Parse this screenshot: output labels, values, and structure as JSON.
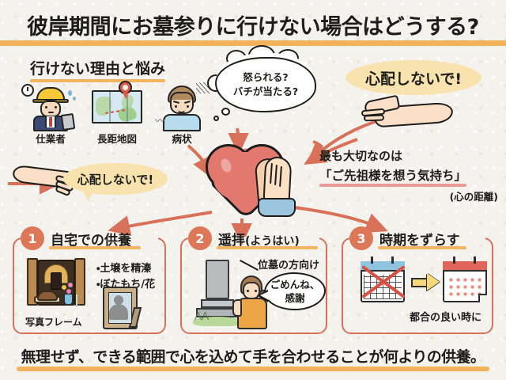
{
  "title": "彼岸期間にお墓参りに行けない場合はどうする?",
  "reasons": {
    "heading": "行けない理由と悩み",
    "items": [
      {
        "icon": "construction-worker-icon",
        "label": "仕業者"
      },
      {
        "icon": "folded-map-icon",
        "label": "長距地図"
      },
      {
        "icon": "sick-person-icon",
        "label": "病状"
      }
    ]
  },
  "thought_bubble": {
    "line1": "怒られる?",
    "line2": "バチが当たる?"
  },
  "reassure_right": {
    "text": "心配しないで!",
    "icon": "open-palm-hand-icon"
  },
  "reassure_left": {
    "text": "心配しないで!",
    "icon": "offering-hand-icon"
  },
  "center": {
    "icon_heart": "heart-icon",
    "icon_hands": "praying-hands-icon",
    "line1": "最も大切なのは",
    "line2": "「ご先祖様を想う気持ち」",
    "line3": "(心の距離)"
  },
  "cards": [
    {
      "number": "1",
      "title": "自宅での供養",
      "title_sub": "",
      "bullets": [
        "・土壌を精溱",
        "・ぼたもち/花"
      ],
      "caption": "写真フレーム",
      "icons": [
        "buddhist-altar-icon",
        "photo-frame-icon"
      ]
    },
    {
      "number": "2",
      "title": "遥拝",
      "title_sub": "(ようはい)",
      "pointer_label": "位墓の方向け",
      "speech_line1": "ごめんね、",
      "speech_line2": "感謝",
      "icons": [
        "gravestone-icon",
        "praying-woman-icon"
      ]
    },
    {
      "number": "3",
      "title": "時期をずらす",
      "title_sub": "",
      "caption": "都合の良い時に",
      "icons": [
        "crossed-out-calendar-icon",
        "yellow-arrow-icon",
        "calendar-icon"
      ]
    }
  ],
  "footer": "無理せず、できる範囲で心を込めて手を合わせることが何よりの供養。",
  "colors": {
    "background": "#f4f2ec",
    "title_underline": "#f2ab4e",
    "accent_terracotta": "#d9715a",
    "badge_number": "#dd7757",
    "heart": "#e3786f",
    "bubble_yellow": "#f8e3ae",
    "pink_underline": "#ec9a98",
    "ink": "#1d1d1b"
  }
}
